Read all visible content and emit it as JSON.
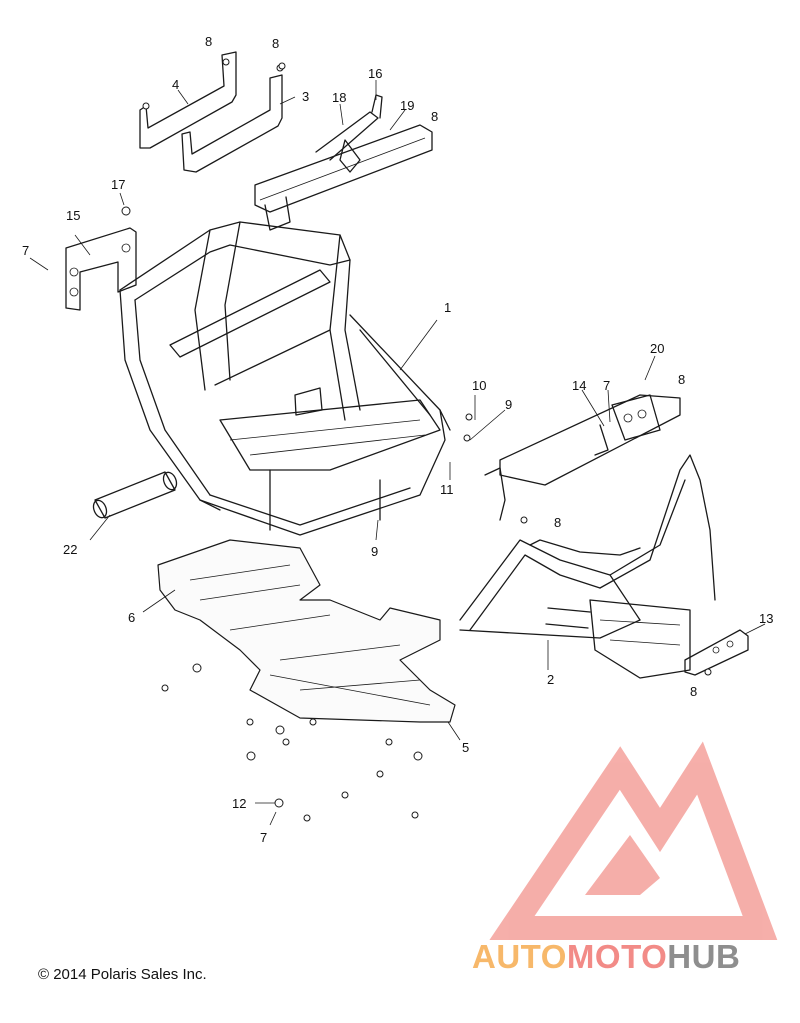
{
  "copyright": "© 2014 Polaris Sales Inc.",
  "logo": {
    "part1": "AUTO",
    "part2": "MOTO",
    "part3": "HUB",
    "colors": {
      "auto": "#f7b86a",
      "moto": "#f28b87",
      "hub": "#8e8e8e",
      "mark": "#f4a19b"
    }
  },
  "callouts": [
    "1",
    "2",
    "3",
    "4",
    "5",
    "6",
    "7",
    "8",
    "9",
    "10",
    "11",
    "12",
    "13",
    "14",
    "15",
    "16",
    "17",
    "18",
    "19",
    "20",
    "22"
  ]
}
